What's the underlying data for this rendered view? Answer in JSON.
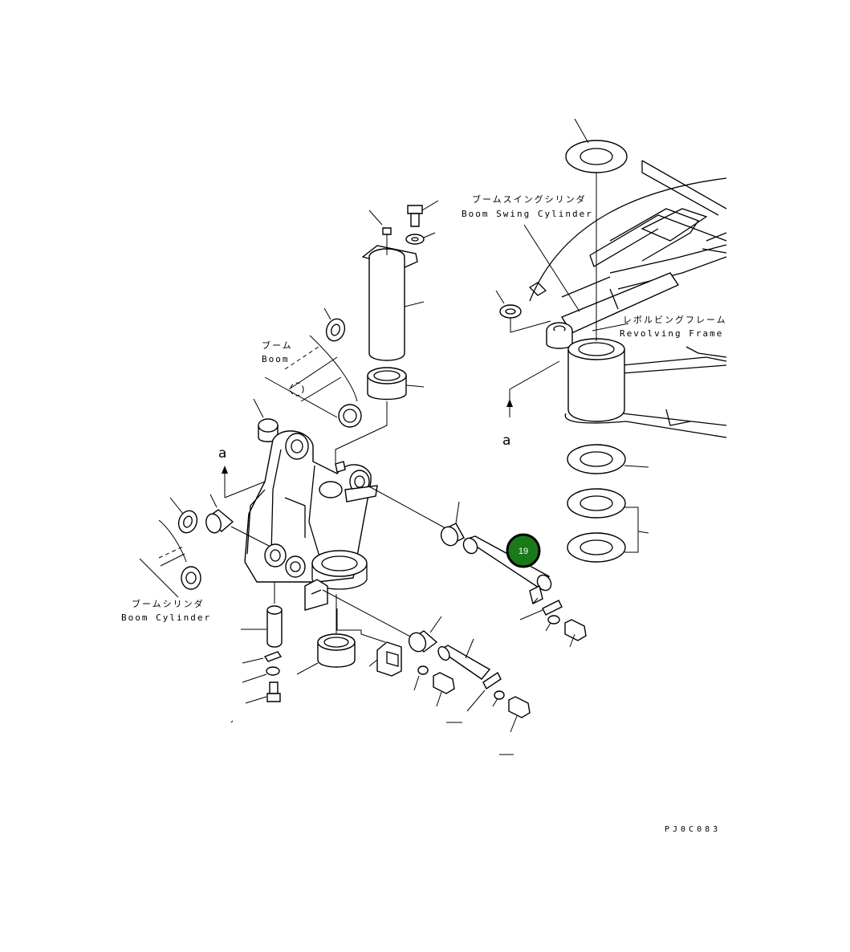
{
  "labels": {
    "boom_jp": "ブーム",
    "boom_en": "Boom",
    "boom_cylinder_jp": "ブームシリンダ",
    "boom_cylinder_en": "Boom Cylinder",
    "boom_swing_cylinder_jp": "ブームスイングシリンダ",
    "boom_swing_cylinder_en": "Boom Swing Cylinder",
    "revolving_frame_jp": "レボルビングフレーム",
    "revolving_frame_en": "Revolving Frame",
    "view_a_left": "a",
    "view_a_right": "a"
  },
  "callout": {
    "number": "19",
    "color": "#1a7a1a"
  },
  "drawing_code": "PJ0C083"
}
